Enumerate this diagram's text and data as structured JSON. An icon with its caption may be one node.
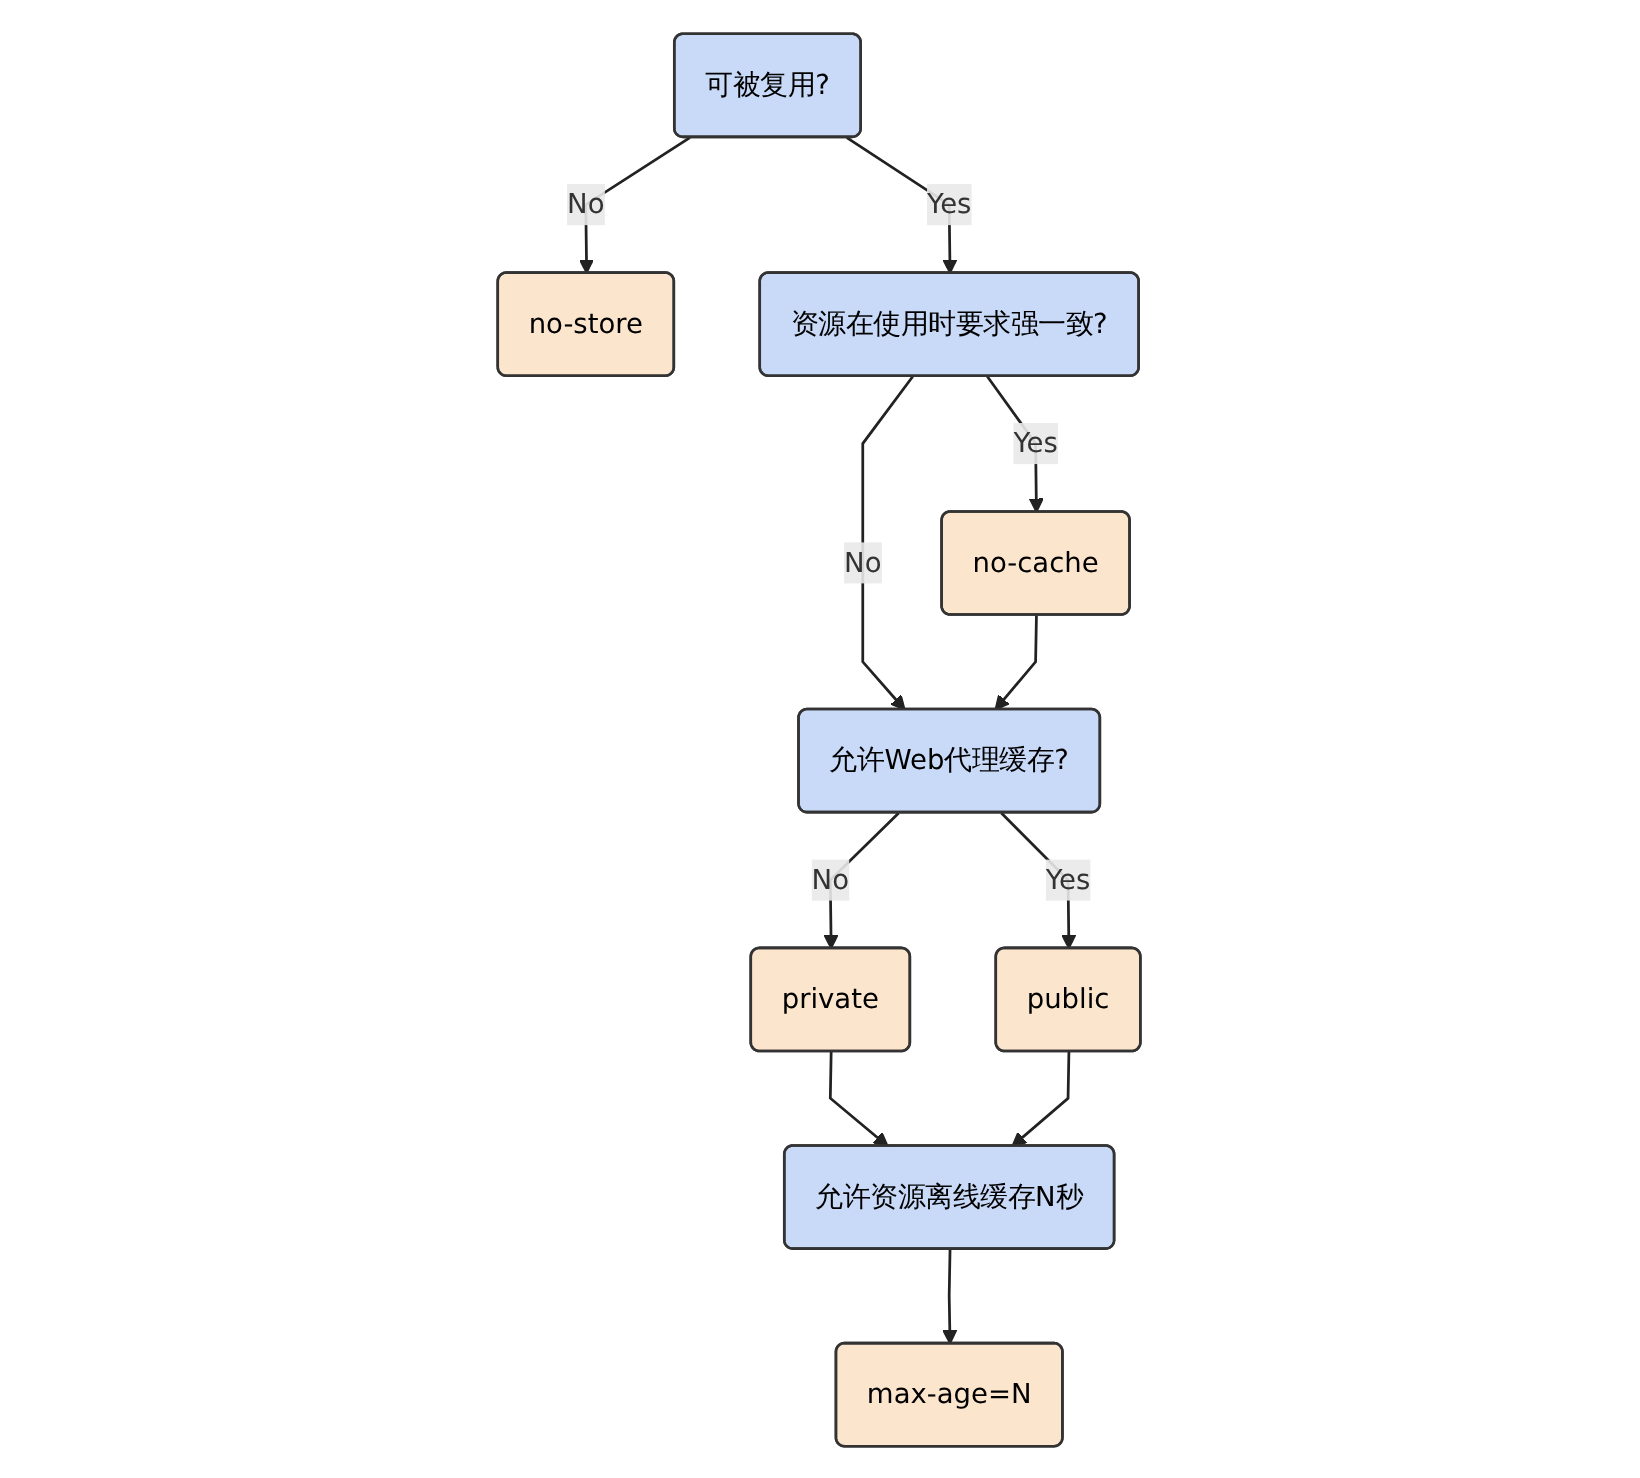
{
  "diagram": {
    "nodes": [
      {
        "text": [
          "可被复用?"
        ]
      },
      {
        "text": [
          "no-store"
        ]
      },
      {
        "text": [
          "资源在使用时要求强一致?"
        ]
      },
      {
        "text": [
          "允许Web代理缓存?"
        ]
      },
      {
        "text": [
          "no-cache"
        ]
      },
      {
        "text": [
          "private"
        ]
      },
      {
        "text": [
          "public"
        ]
      },
      {
        "text": [
          "允许资源离线缓存N秒"
        ]
      },
      {
        "text": [
          "max-age=N"
        ]
      }
    ],
    "edges": [
      {
        "from": 0,
        "to": 1,
        "arrow": "to",
        "label": "No"
      },
      {
        "from": 0,
        "to": 2,
        "arrow": "to",
        "label": "Yes"
      },
      {
        "from": 2,
        "to": 3,
        "arrow": "to",
        "label": "No"
      },
      {
        "from": 2,
        "to": 4,
        "arrow": "to",
        "label": "Yes"
      },
      {
        "from": 4,
        "to": 3,
        "arrow": "to"
      },
      {
        "from": 3,
        "to": 5,
        "arrow": "to",
        "label": "No"
      },
      {
        "from": 3,
        "to": 6,
        "arrow": "to",
        "label": "Yes"
      },
      {
        "from": 5,
        "to": 7,
        "arrow": "to"
      },
      {
        "from": 6,
        "to": 7,
        "arrow": "to"
      },
      {
        "from": 7,
        "to": 8,
        "arrow": "to"
      }
    ]
  }
}
